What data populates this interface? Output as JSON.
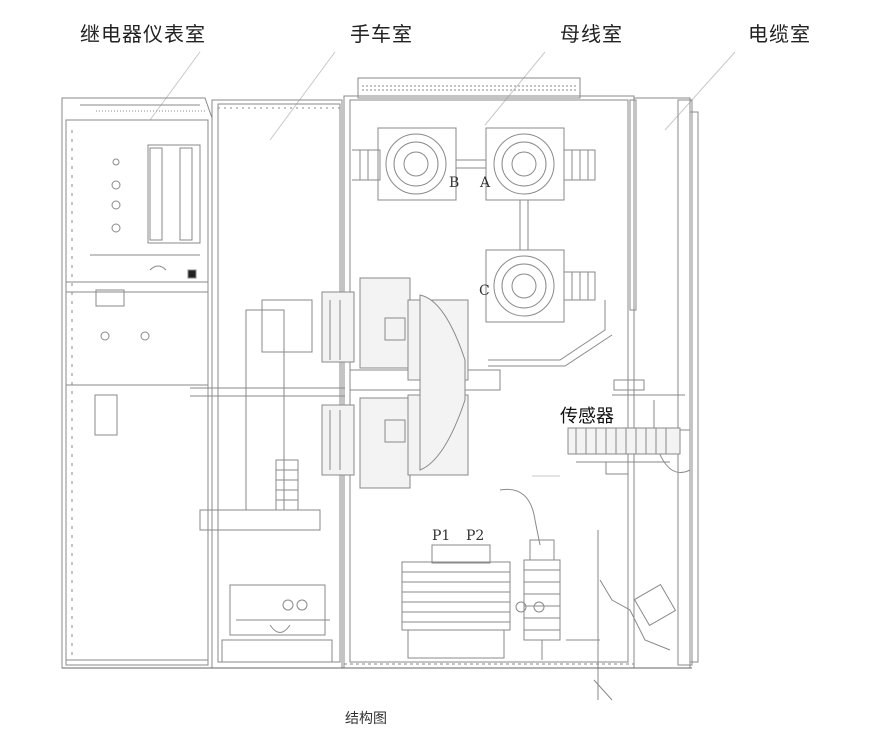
{
  "compartments": {
    "relay_room": "继电器仪表室",
    "trolley_room": "手车室",
    "busbar_room": "母线室",
    "cable_room": "电缆室"
  },
  "phase_labels": {
    "a": "A",
    "b": "B",
    "c": "C"
  },
  "terminal_labels": {
    "p1": "P1",
    "p2": "P2"
  },
  "sensor_label": "传感器",
  "caption": "结构图",
  "colors": {
    "line": "#8a8a8a",
    "dark": "#333333",
    "fill": "#f3f3f3"
  }
}
